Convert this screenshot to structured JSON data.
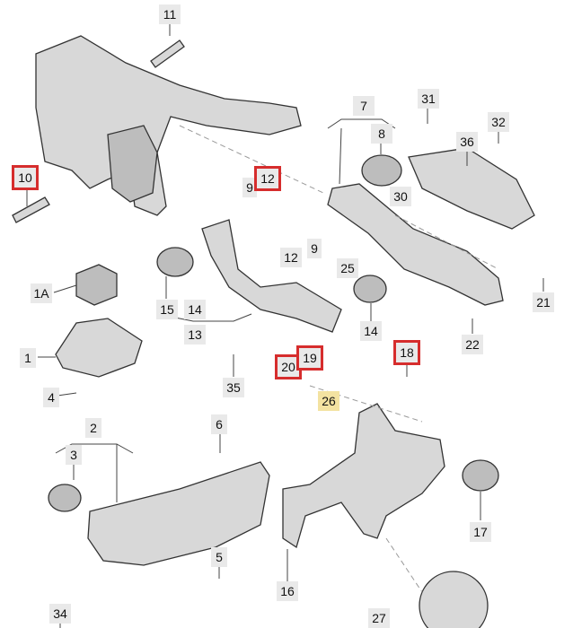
{
  "callouts": [
    {
      "label": "11"
    },
    {
      "label": "10"
    },
    {
      "label": "9"
    },
    {
      "label": "12"
    },
    {
      "label": "7"
    },
    {
      "label": "8"
    },
    {
      "label": "31"
    },
    {
      "label": "32"
    },
    {
      "label": "36"
    },
    {
      "label": "30"
    },
    {
      "label": "12"
    },
    {
      "label": "9"
    },
    {
      "label": "25"
    },
    {
      "label": "21"
    },
    {
      "label": "1A"
    },
    {
      "label": "15"
    },
    {
      "label": "14"
    },
    {
      "label": "13"
    },
    {
      "label": "14"
    },
    {
      "label": "22"
    },
    {
      "label": "1"
    },
    {
      "label": "20"
    },
    {
      "label": "19"
    },
    {
      "label": "18"
    },
    {
      "label": "35"
    },
    {
      "label": "4"
    },
    {
      "label": "26"
    },
    {
      "label": "6"
    },
    {
      "label": "2"
    },
    {
      "label": "3"
    },
    {
      "label": "17"
    },
    {
      "label": "5"
    },
    {
      "label": "16"
    },
    {
      "label": "34"
    },
    {
      "label": "27"
    }
  ]
}
